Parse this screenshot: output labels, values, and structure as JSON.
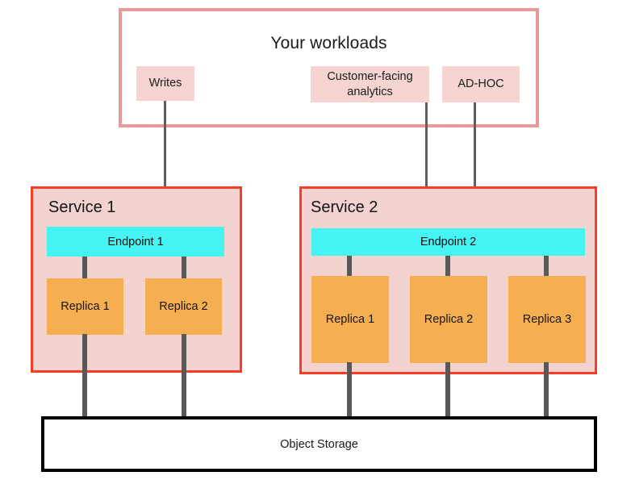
{
  "diagram": {
    "title": "Your workloads",
    "colors": {
      "workload_border": "#e89a9a",
      "chip_fill": "#f5d4d1",
      "service_border": "#fa3b25",
      "service_fill": "#f2d3d0",
      "endpoint_fill": "#45f3f3",
      "replica_fill": "#f5ae50",
      "connector": "#595959",
      "storage_border": "#000000",
      "background": "#ffffff"
    }
  },
  "workloads": {
    "title": "Your workloads",
    "chips": [
      {
        "label": "Writes"
      },
      {
        "label": "Customer-facing analytics"
      },
      {
        "label": "AD-HOC"
      }
    ]
  },
  "services": [
    {
      "title": "Service 1",
      "endpoint": "Endpoint 1",
      "replicas": [
        {
          "label": "Replica 1"
        },
        {
          "label": "Replica 2"
        }
      ]
    },
    {
      "title": "Service 2",
      "endpoint": "Endpoint 2",
      "replicas": [
        {
          "label": "Replica 1"
        },
        {
          "label": "Replica 2"
        },
        {
          "label": "Replica 3"
        }
      ]
    }
  ],
  "storage": {
    "label": "Object Storage"
  }
}
